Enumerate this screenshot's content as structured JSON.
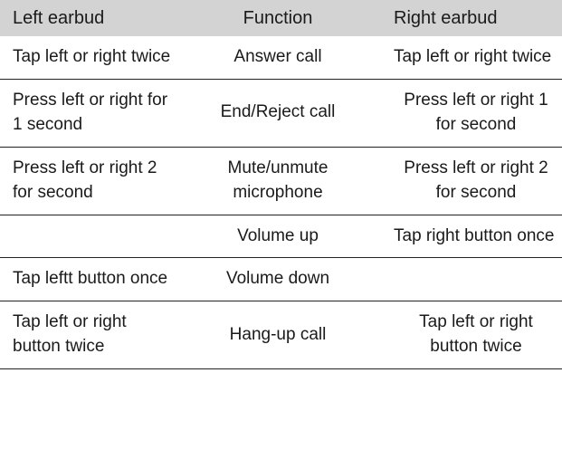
{
  "table": {
    "header_background": "#d3d3d3",
    "border_color": "#222222",
    "columns": [
      {
        "key": "left",
        "label": "Left earbud"
      },
      {
        "key": "func",
        "label": "Function"
      },
      {
        "key": "right",
        "label": "Right earbud"
      }
    ],
    "rows": [
      {
        "left": "Tap left or right twice",
        "func": "Answer call",
        "right": "Tap left or right twice",
        "right_centered": true
      },
      {
        "left": "Press left or right for 1 second",
        "func": "End/Reject call",
        "right": "Press left or right 1 for second",
        "right_centered": true
      },
      {
        "left": "Press left or right 2 for second",
        "func": "Mute/unmute microphone",
        "right": "Press left or right 2 for second",
        "right_centered": true
      },
      {
        "left": "",
        "func": "Volume up",
        "right": "Tap right button once",
        "right_centered": false
      },
      {
        "left": "Tap leftt button once",
        "func": "Volume down",
        "right": "",
        "right_centered": false
      },
      {
        "left": "Tap left or right button twice",
        "func": "Hang-up call",
        "right": "Tap left or right button twice",
        "right_centered": true
      }
    ]
  }
}
